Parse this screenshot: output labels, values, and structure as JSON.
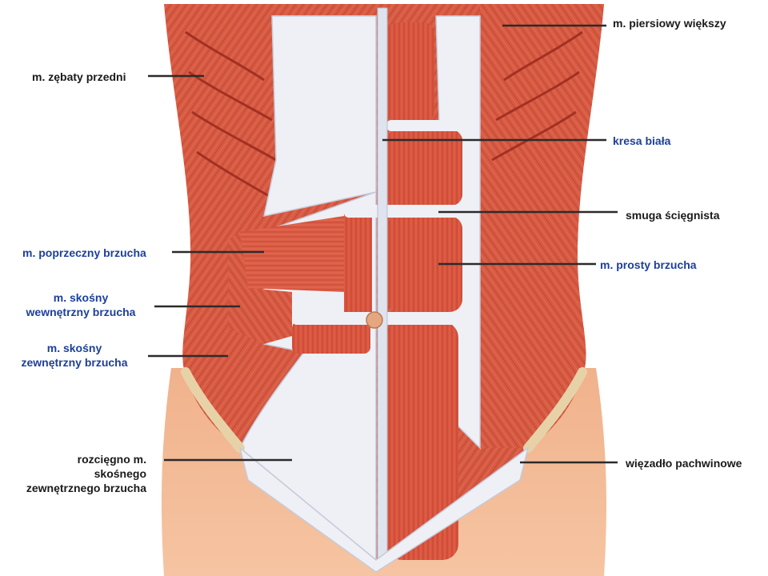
{
  "colors": {
    "muscle": "#d9553f",
    "muscle_dark": "#b23a28",
    "tendon": "#e9ecf3",
    "skin": "#f2b893",
    "label_black": "#1a1a1a",
    "label_blue": "#1c3f9e",
    "leader_line": "#2b2b2b"
  },
  "labels": {
    "pectoralis_major": "m. piersiowy większy",
    "serratus_anterior": "m. zębaty przedni",
    "linea_alba": "kresa biała",
    "tendinous_intersection": "smuga ścięgnista",
    "transversus_abdominis": "m. poprzeczny brzucha",
    "rectus_abdominis": "m. prosty brzucha",
    "internal_oblique": [
      "m. skośny",
      "wewnętrzny  brzucha"
    ],
    "external_oblique": [
      "m. skośny",
      "zewnętrzny  brzucha"
    ],
    "aponeurosis_external_oblique": [
      "rozcięgno m.",
      "skośnego",
      "zewnętrznego brzucha"
    ],
    "inguinal_ligament": "więzadło pachwinowe"
  }
}
